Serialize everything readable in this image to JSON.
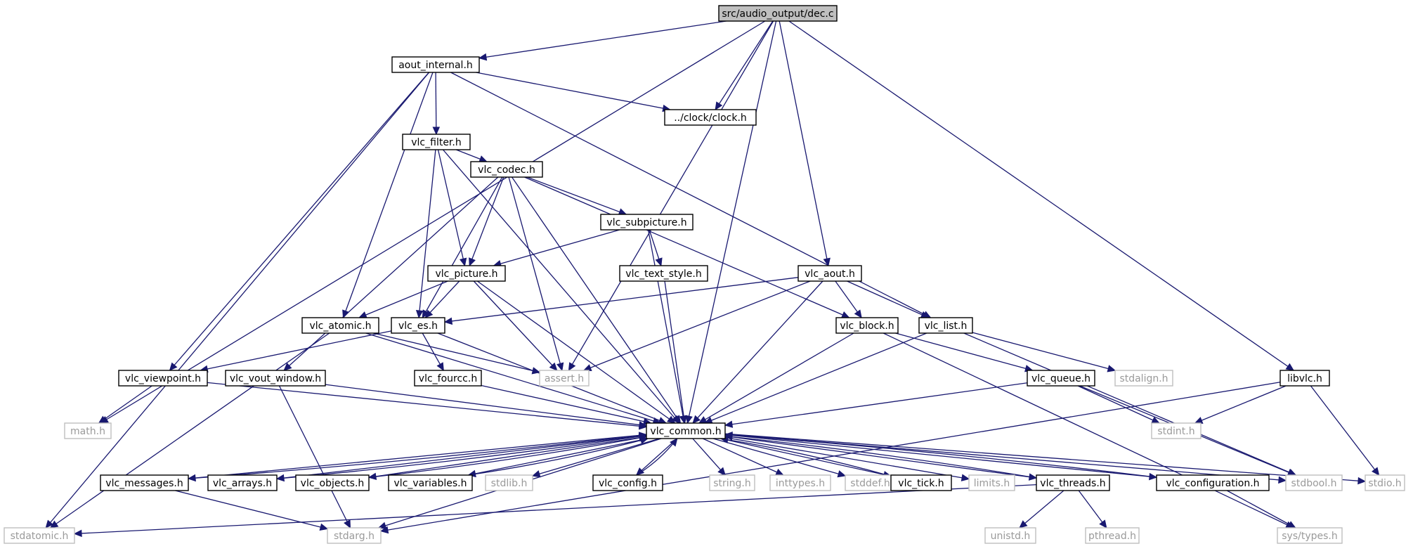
{
  "graph": {
    "nodes": [
      {
        "id": "dec",
        "label": "src/audio_output/dec.c",
        "kind": "root"
      },
      {
        "id": "aout_internal",
        "label": "aout_internal.h",
        "kind": "local"
      },
      {
        "id": "clock",
        "label": "../clock/clock.h",
        "kind": "local"
      },
      {
        "id": "vlc_filter",
        "label": "vlc_filter.h",
        "kind": "local"
      },
      {
        "id": "vlc_codec",
        "label": "vlc_codec.h",
        "kind": "local"
      },
      {
        "id": "vlc_subpicture",
        "label": "vlc_subpicture.h",
        "kind": "local"
      },
      {
        "id": "vlc_picture",
        "label": "vlc_picture.h",
        "kind": "local"
      },
      {
        "id": "vlc_text_style",
        "label": "vlc_text_style.h",
        "kind": "local"
      },
      {
        "id": "vlc_aout",
        "label": "vlc_aout.h",
        "kind": "local"
      },
      {
        "id": "vlc_atomic",
        "label": "vlc_atomic.h",
        "kind": "local"
      },
      {
        "id": "vlc_es",
        "label": "vlc_es.h",
        "kind": "local"
      },
      {
        "id": "vlc_block",
        "label": "vlc_block.h",
        "kind": "local"
      },
      {
        "id": "vlc_list",
        "label": "vlc_list.h",
        "kind": "local"
      },
      {
        "id": "vlc_viewpoint",
        "label": "vlc_viewpoint.h",
        "kind": "local"
      },
      {
        "id": "vlc_vout_window",
        "label": "vlc_vout_window.h",
        "kind": "local"
      },
      {
        "id": "vlc_fourcc",
        "label": "vlc_fourcc.h",
        "kind": "local"
      },
      {
        "id": "assert",
        "label": "assert.h",
        "kind": "system"
      },
      {
        "id": "vlc_queue",
        "label": "vlc_queue.h",
        "kind": "local"
      },
      {
        "id": "stdalign",
        "label": "stdalign.h",
        "kind": "system"
      },
      {
        "id": "libvlc",
        "label": "libvlc.h",
        "kind": "local"
      },
      {
        "id": "math",
        "label": "math.h",
        "kind": "system"
      },
      {
        "id": "vlc_common",
        "label": "vlc_common.h",
        "kind": "local"
      },
      {
        "id": "stdint",
        "label": "stdint.h",
        "kind": "system"
      },
      {
        "id": "vlc_messages",
        "label": "vlc_messages.h",
        "kind": "local"
      },
      {
        "id": "vlc_arrays",
        "label": "vlc_arrays.h",
        "kind": "local"
      },
      {
        "id": "vlc_objects",
        "label": "vlc_objects.h",
        "kind": "local"
      },
      {
        "id": "vlc_variables",
        "label": "vlc_variables.h",
        "kind": "local"
      },
      {
        "id": "stdlib",
        "label": "stdlib.h",
        "kind": "system"
      },
      {
        "id": "vlc_config",
        "label": "vlc_config.h",
        "kind": "local"
      },
      {
        "id": "string",
        "label": "string.h",
        "kind": "system"
      },
      {
        "id": "inttypes",
        "label": "inttypes.h",
        "kind": "system"
      },
      {
        "id": "stddef",
        "label": "stddef.h",
        "kind": "system"
      },
      {
        "id": "vlc_tick",
        "label": "vlc_tick.h",
        "kind": "local"
      },
      {
        "id": "limits",
        "label": "limits.h",
        "kind": "system"
      },
      {
        "id": "vlc_threads",
        "label": "vlc_threads.h",
        "kind": "local"
      },
      {
        "id": "vlc_configuration",
        "label": "vlc_configuration.h",
        "kind": "local"
      },
      {
        "id": "stdbool",
        "label": "stdbool.h",
        "kind": "system"
      },
      {
        "id": "stdio",
        "label": "stdio.h",
        "kind": "system"
      },
      {
        "id": "stdatomic",
        "label": "stdatomic.h",
        "kind": "system"
      },
      {
        "id": "stdarg",
        "label": "stdarg.h",
        "kind": "system"
      },
      {
        "id": "unistd",
        "label": "unistd.h",
        "kind": "system"
      },
      {
        "id": "pthread",
        "label": "pthread.h",
        "kind": "system"
      },
      {
        "id": "sys_types",
        "label": "sys/types.h",
        "kind": "system"
      }
    ],
    "edges": [
      [
        "dec",
        "aout_internal"
      ],
      [
        "dec",
        "clock"
      ],
      [
        "dec",
        "vlc_aout"
      ],
      [
        "dec",
        "assert"
      ],
      [
        "dec",
        "math"
      ],
      [
        "dec",
        "vlc_common"
      ],
      [
        "dec",
        "libvlc"
      ],
      [
        "aout_internal",
        "clock"
      ],
      [
        "aout_internal",
        "vlc_filter"
      ],
      [
        "aout_internal",
        "vlc_atomic"
      ],
      [
        "aout_internal",
        "vlc_viewpoint"
      ],
      [
        "aout_internal",
        "vlc_list"
      ],
      [
        "aout_internal",
        "stdatomic"
      ],
      [
        "vlc_filter",
        "vlc_codec"
      ],
      [
        "vlc_filter",
        "vlc_picture"
      ],
      [
        "vlc_filter",
        "vlc_es"
      ],
      [
        "vlc_filter",
        "vlc_common"
      ],
      [
        "vlc_codec",
        "vlc_subpicture"
      ],
      [
        "vlc_codec",
        "vlc_picture"
      ],
      [
        "vlc_codec",
        "vlc_es"
      ],
      [
        "vlc_codec",
        "vlc_block"
      ],
      [
        "vlc_codec",
        "assert"
      ],
      [
        "vlc_codec",
        "vlc_common"
      ],
      [
        "vlc_codec",
        "vlc_vout_window"
      ],
      [
        "vlc_subpicture",
        "vlc_picture"
      ],
      [
        "vlc_subpicture",
        "vlc_text_style"
      ],
      [
        "vlc_subpicture",
        "vlc_common"
      ],
      [
        "vlc_picture",
        "vlc_atomic"
      ],
      [
        "vlc_picture",
        "vlc_es"
      ],
      [
        "vlc_picture",
        "assert"
      ],
      [
        "vlc_picture",
        "vlc_common"
      ],
      [
        "vlc_text_style",
        "vlc_common"
      ],
      [
        "vlc_aout",
        "vlc_es"
      ],
      [
        "vlc_aout",
        "vlc_block"
      ],
      [
        "vlc_aout",
        "vlc_list"
      ],
      [
        "vlc_aout",
        "assert"
      ],
      [
        "vlc_aout",
        "vlc_common"
      ],
      [
        "vlc_atomic",
        "assert"
      ],
      [
        "vlc_atomic",
        "vlc_common"
      ],
      [
        "vlc_atomic",
        "stdatomic"
      ],
      [
        "vlc_es",
        "vlc_viewpoint"
      ],
      [
        "vlc_es",
        "vlc_fourcc"
      ],
      [
        "vlc_es",
        "vlc_common"
      ],
      [
        "vlc_block",
        "vlc_queue"
      ],
      [
        "vlc_block",
        "vlc_common"
      ],
      [
        "vlc_block",
        "sys_types"
      ],
      [
        "vlc_list",
        "stdalign"
      ],
      [
        "vlc_list",
        "vlc_common"
      ],
      [
        "vlc_list",
        "stdbool"
      ],
      [
        "vlc_viewpoint",
        "math"
      ],
      [
        "vlc_viewpoint",
        "vlc_common"
      ],
      [
        "vlc_vout_window",
        "vlc_common"
      ],
      [
        "vlc_vout_window",
        "stdarg"
      ],
      [
        "vlc_fourcc",
        "vlc_common"
      ],
      [
        "vlc_queue",
        "vlc_common"
      ],
      [
        "vlc_queue",
        "stdint"
      ],
      [
        "vlc_queue",
        "stdbool"
      ],
      [
        "libvlc",
        "stdint"
      ],
      [
        "libvlc",
        "stdio"
      ],
      [
        "libvlc",
        "stdarg"
      ],
      [
        "vlc_common",
        "vlc_messages"
      ],
      [
        "vlc_common",
        "vlc_arrays"
      ],
      [
        "vlc_common",
        "vlc_objects"
      ],
      [
        "vlc_common",
        "vlc_variables"
      ],
      [
        "vlc_common",
        "stdlib"
      ],
      [
        "vlc_common",
        "vlc_config"
      ],
      [
        "vlc_common",
        "string"
      ],
      [
        "vlc_common",
        "inttypes"
      ],
      [
        "vlc_common",
        "stddef"
      ],
      [
        "vlc_common",
        "vlc_tick"
      ],
      [
        "vlc_common",
        "limits"
      ],
      [
        "vlc_common",
        "vlc_threads"
      ],
      [
        "vlc_common",
        "vlc_configuration"
      ],
      [
        "vlc_common",
        "stdbool"
      ],
      [
        "vlc_common",
        "stdio"
      ],
      [
        "vlc_common",
        "stdarg"
      ],
      [
        "vlc_messages",
        "vlc_common"
      ],
      [
        "vlc_arrays",
        "vlc_common"
      ],
      [
        "vlc_objects",
        "vlc_common"
      ],
      [
        "vlc_variables",
        "vlc_common"
      ],
      [
        "vlc_config",
        "vlc_common"
      ],
      [
        "vlc_tick",
        "vlc_common"
      ],
      [
        "vlc_threads",
        "vlc_common"
      ],
      [
        "vlc_configuration",
        "vlc_common"
      ],
      [
        "vlc_messages",
        "stdarg"
      ],
      [
        "vlc_threads",
        "stdatomic"
      ],
      [
        "vlc_threads",
        "unistd"
      ],
      [
        "vlc_threads",
        "pthread"
      ],
      [
        "vlc_configuration",
        "sys_types"
      ]
    ]
  },
  "colors": {
    "edge": "#191970",
    "node_border": "#000000",
    "system_border": "#bfbfbf",
    "system_text": "#9a9a9a",
    "root_fill": "#bfbfbf"
  }
}
